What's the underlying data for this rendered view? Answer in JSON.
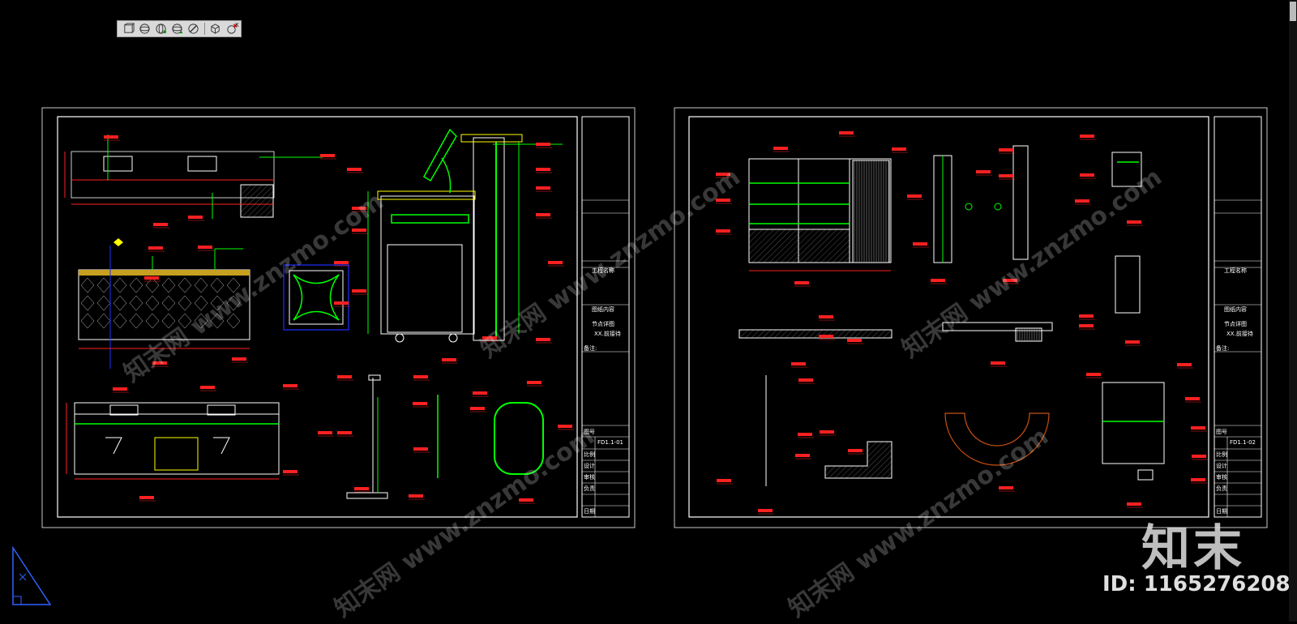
{
  "toolbar": {
    "tools": [
      {
        "name": "view-cube-icon"
      },
      {
        "name": "orbit-icon"
      },
      {
        "name": "free-orbit-icon"
      },
      {
        "name": "continuous-orbit-icon"
      },
      {
        "name": "adjust-distance-icon"
      },
      {
        "name": "box-view-icon"
      },
      {
        "name": "swivel-icon"
      }
    ],
    "close_label": "x"
  },
  "sheet_left": {
    "title_block": {
      "project_label": "工程名称",
      "content_label": "图纸内容",
      "content_value": "节点详图",
      "sub_value": "XX.前接待",
      "notes_label": "备注:",
      "number_label": "图号",
      "number_value": "FD1.1-01",
      "rows": [
        "比例",
        "设计",
        "审核",
        "负责",
        "日期"
      ]
    }
  },
  "sheet_right": {
    "title_block": {
      "project_label": "工程名称",
      "content_label": "图纸内容",
      "content_value": "节点详图",
      "sub_value": "XX.前接待",
      "notes_label": "备注:",
      "number_label": "图号",
      "number_value": "FD1.1-02",
      "rows": [
        "比例",
        "设计",
        "审核",
        "负责",
        "日期"
      ]
    }
  },
  "brand": {
    "logo": "知末",
    "id_text": "ID: 1165276208",
    "watermark": "知末网 www.znzmo.com"
  },
  "colors": {
    "background": "#000000",
    "frame": "#ffffff",
    "dimension": "#ff2020",
    "geometry": "#00ff00",
    "section": "#ffff00",
    "axis": "#2030ff"
  }
}
